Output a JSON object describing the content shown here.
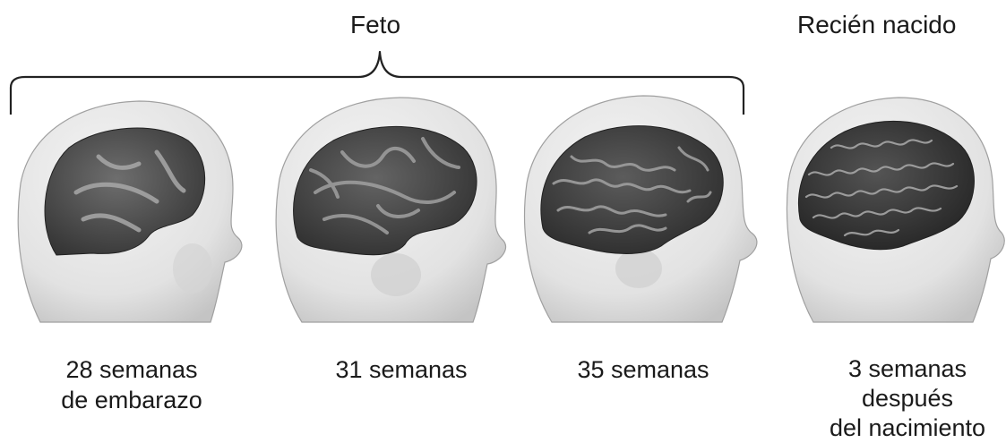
{
  "groups": {
    "fetus": "Feto",
    "newborn": "Recién nacido"
  },
  "stages": [
    {
      "id": "w28",
      "caption": [
        "28 semanas",
        "de embarazo"
      ]
    },
    {
      "id": "w31",
      "caption": [
        "31 semanas"
      ]
    },
    {
      "id": "w35",
      "caption": [
        "35 semanas"
      ]
    },
    {
      "id": "postnatal",
      "caption": [
        "3 semanas",
        "después",
        "del nacimiento"
      ]
    }
  ],
  "colors": {
    "head_fill": "#e6e6e6",
    "head_edge": "#9a9a9a",
    "brain_dark": "#2e2e2e",
    "brain_mid": "#5a5a5a",
    "sulcus_light": "#b5b5b5",
    "text": "#1a1a1a"
  }
}
